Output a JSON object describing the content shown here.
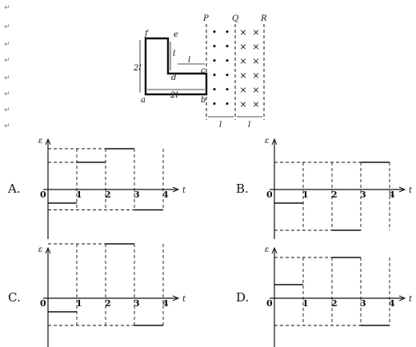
{
  "paragraph_mark": "↵",
  "figure": {
    "loop_labels": {
      "f": "f",
      "e": "e",
      "d": "d",
      "c": "c",
      "a": "a",
      "b": "b"
    },
    "dim_labels": {
      "two_l_left": "2l",
      "two_l_bottom": "2l",
      "l_cd": "l",
      "l_ed": "l"
    },
    "field_labels": {
      "P": "P",
      "Q": "Q",
      "R": "R",
      "l1": "l",
      "l2": "l"
    },
    "field_symbols": {
      "out": "•",
      "in": "×"
    }
  },
  "chart_data": [
    {
      "type": "line",
      "option": "A.",
      "ylabel": "ε",
      "xlabel": "t",
      "x_ticks": [
        "0",
        "1",
        "2",
        "3",
        "4"
      ],
      "segments": [
        {
          "x0": 0,
          "x1": 1,
          "y": -1
        },
        {
          "x0": 1,
          "x1": 2,
          "y": 2
        },
        {
          "x0": 2,
          "x1": 3,
          "y": 3
        },
        {
          "x0": 3,
          "x1": 4,
          "y": -1.5
        }
      ]
    },
    {
      "type": "line",
      "option": "B.",
      "ylabel": "ε",
      "xlabel": "t",
      "x_ticks": [
        "0",
        "1",
        "2",
        "3",
        "4"
      ],
      "segments": [
        {
          "x0": 0,
          "x1": 1,
          "y": -1
        },
        {
          "x0": 1,
          "x1": 2,
          "y": 0
        },
        {
          "x0": 2,
          "x1": 3,
          "y": -3
        },
        {
          "x0": 3,
          "x1": 4,
          "y": 2
        }
      ]
    },
    {
      "type": "line",
      "option": "C.",
      "ylabel": "ε",
      "xlabel": "t",
      "x_ticks": [
        "0",
        "1",
        "2",
        "3",
        "4"
      ],
      "segments": [
        {
          "x0": 0,
          "x1": 1,
          "y": -1
        },
        {
          "x0": 1,
          "x1": 2,
          "y": 0
        },
        {
          "x0": 2,
          "x1": 3,
          "y": 4
        },
        {
          "x0": 3,
          "x1": 4,
          "y": -2
        }
      ]
    },
    {
      "type": "line",
      "option": "D.",
      "ylabel": "ε",
      "xlabel": "t",
      "x_ticks": [
        "0",
        "1",
        "2",
        "3",
        "4"
      ],
      "segments": [
        {
          "x0": 0,
          "x1": 1,
          "y": 1
        },
        {
          "x0": 1,
          "x1": 2,
          "y": 0
        },
        {
          "x0": 2,
          "x1": 3,
          "y": 3
        },
        {
          "x0": 3,
          "x1": 4,
          "y": -2
        }
      ]
    }
  ]
}
